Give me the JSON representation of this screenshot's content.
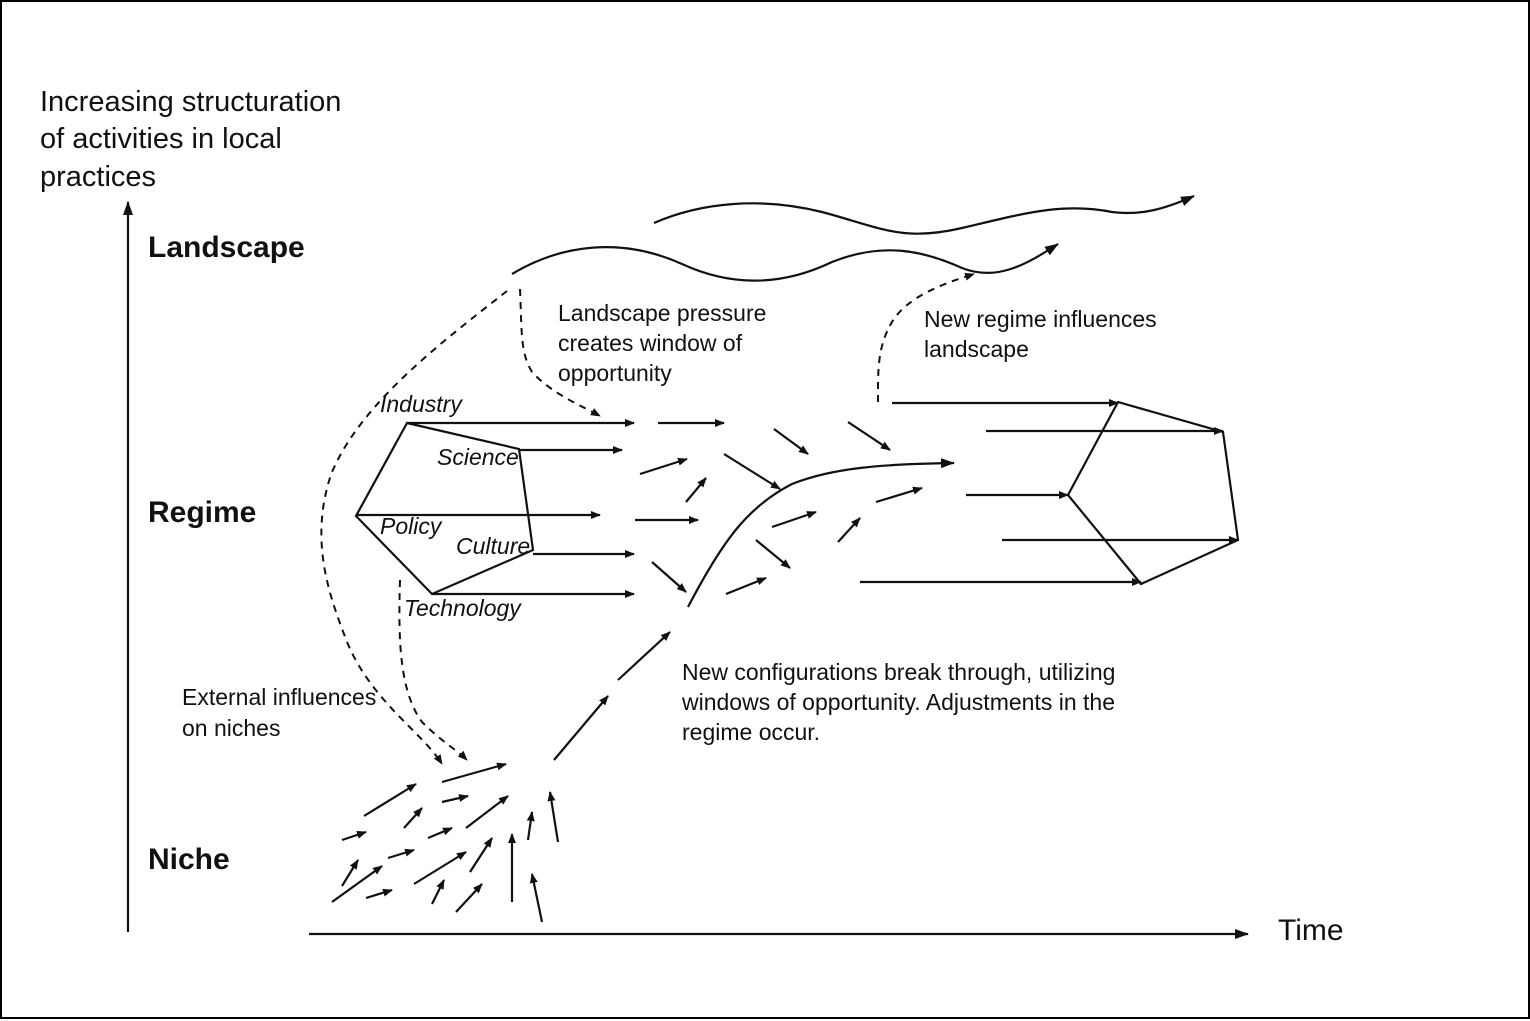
{
  "y_axis": {
    "title_lines": [
      "Increasing structuration",
      "of activities in local",
      "practices"
    ]
  },
  "levels": {
    "landscape": "Landscape",
    "regime": "Regime",
    "niche": "Niche"
  },
  "x_axis": {
    "label": "Time"
  },
  "regime_elements": {
    "industry": "Industry",
    "science": "Science",
    "policy": "Policy",
    "culture": "Culture",
    "technology": "Technology"
  },
  "annotations": {
    "landscape_pressure": [
      "Landscape pressure",
      "creates window of",
      "opportunity"
    ],
    "new_regime": [
      "New regime influences",
      "landscape"
    ],
    "external": [
      "External influences",
      "on niches"
    ],
    "breakthrough": [
      "New configurations break through, utilizing",
      "windows of opportunity. Adjustments in the",
      "regime occur."
    ]
  }
}
